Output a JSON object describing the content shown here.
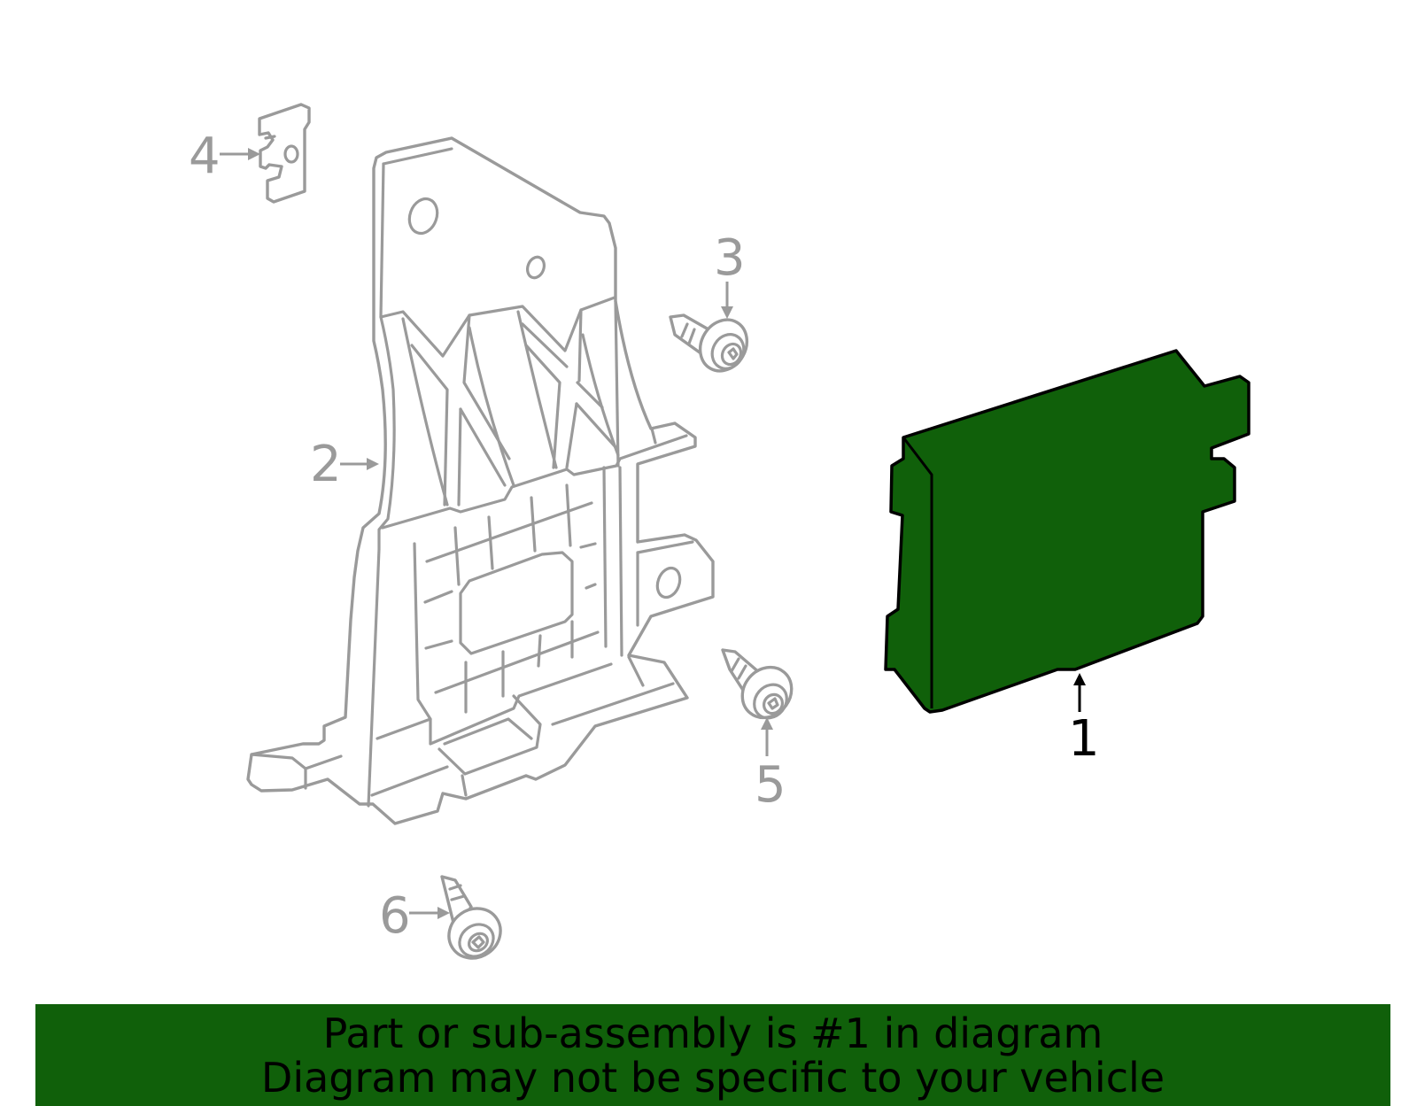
{
  "callouts": {
    "c1": "1",
    "c2": "2",
    "c3": "3",
    "c4": "4",
    "c5": "5",
    "c6": "6"
  },
  "banner": {
    "line1": "Part or sub-assembly is #1 in diagram",
    "line2": "Diagram may not be specific to your vehicle"
  },
  "colors": {
    "highlight_part": "#10600a",
    "banner_background": "#10600a",
    "line_art": "#9a9a9a",
    "highlight_outline": "#000000"
  },
  "highlighted_part": "1"
}
